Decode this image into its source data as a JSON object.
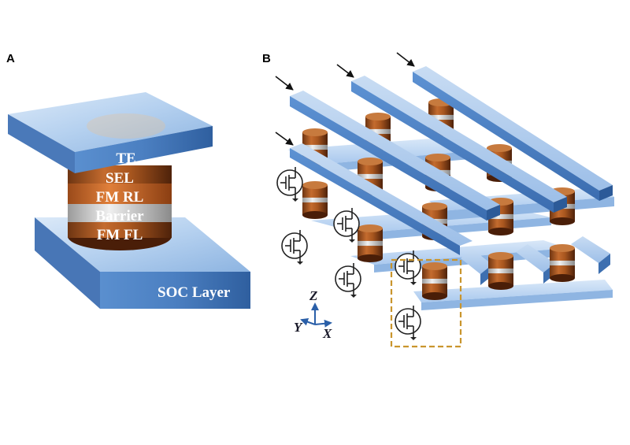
{
  "panel_a": {
    "label": "A",
    "layers": {
      "te": "TE",
      "sel": "SEL",
      "fm_rl": "FM RL",
      "barrier": "Barrier",
      "fm_fl": "FM FL"
    },
    "soc_layer": "SOC Layer"
  },
  "panel_b": {
    "label": "B",
    "axes": {
      "z": "Z",
      "y": "Y",
      "x": "X"
    }
  },
  "colors": {
    "electrode_blue": "#4d82c4",
    "electrode_light": "#9fc2ea",
    "pillar_copper": "#b0602a",
    "barrier_grey": "#cfcfcf",
    "highlight_box": "#c9952d"
  }
}
